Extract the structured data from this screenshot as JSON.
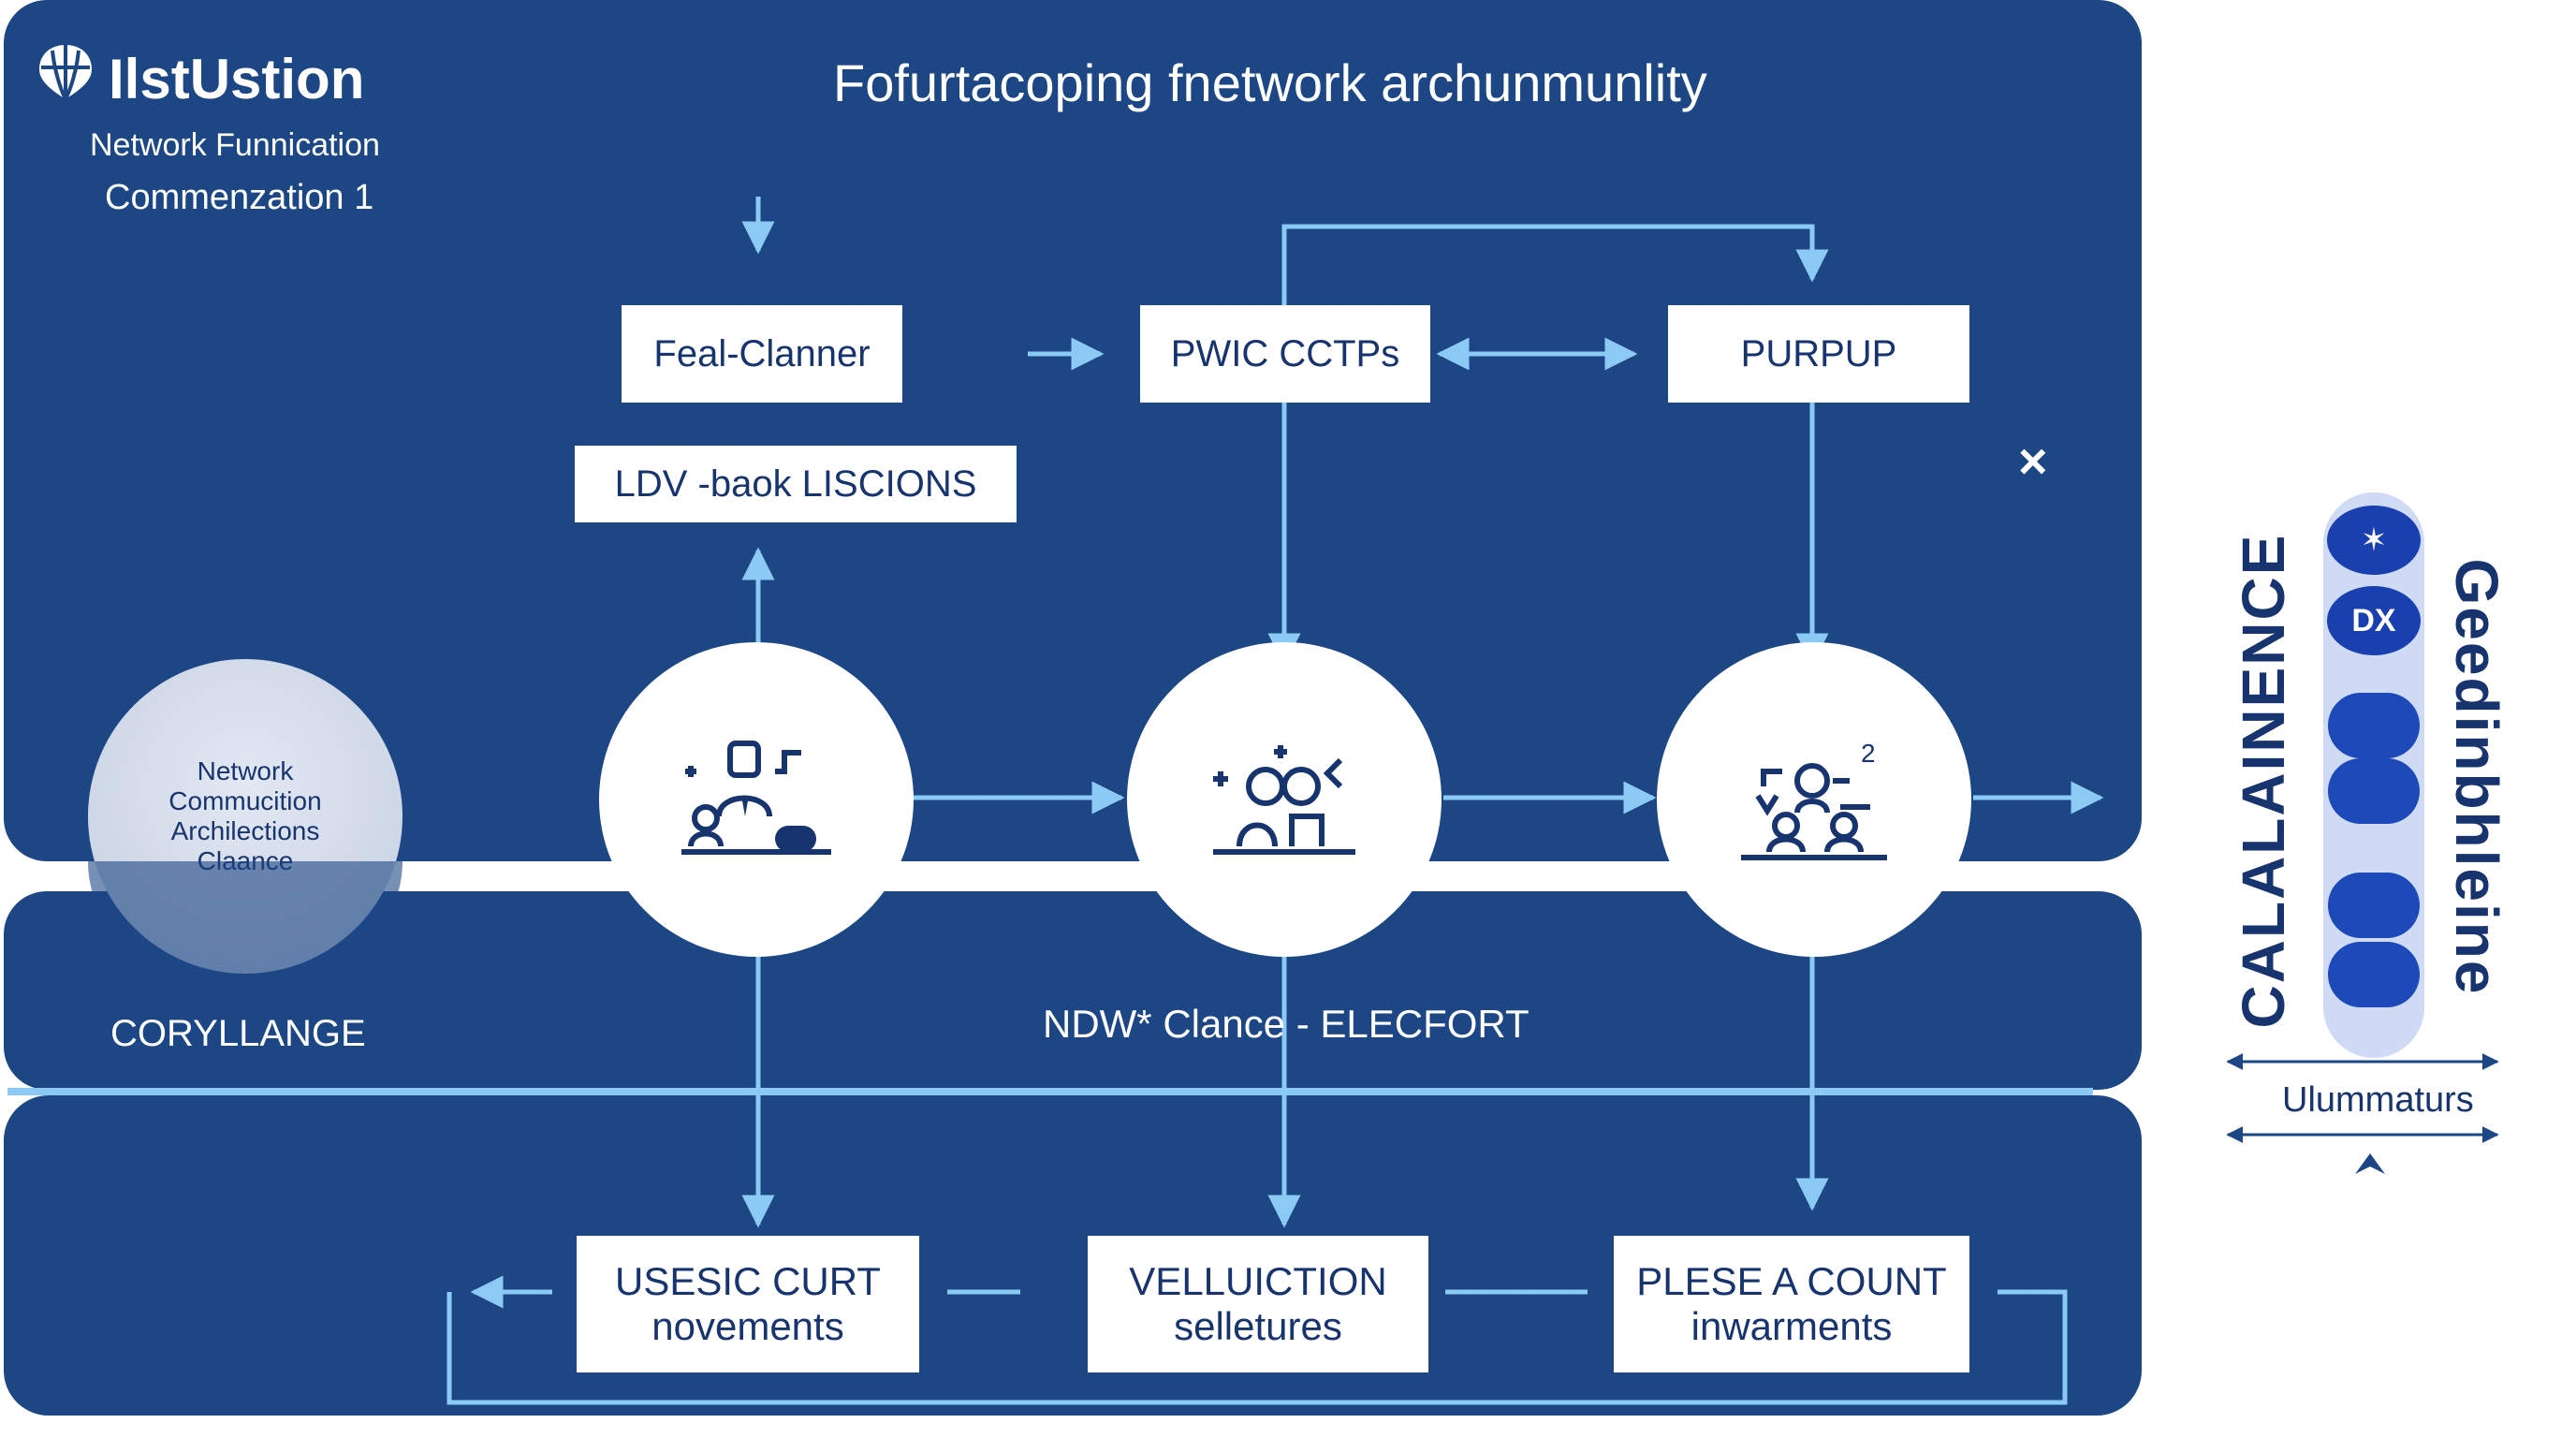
{
  "brand": {
    "logo_name": "balloon-logo-icon",
    "name": "IlstUstion",
    "subtitle_1": "Network Funnication",
    "subtitle_2": "Commenzation 1"
  },
  "title": "Fofurtacoping fnetwork archunmunlity",
  "top_boxes": {
    "feal_clanner": "Feal-Clanner",
    "ldv_baok": "LDV -baok LISCIONS",
    "pwic_cctps": "PWIC CCTPs",
    "purpup": "PURPUP"
  },
  "info_circle": {
    "line_1": "Network",
    "line_2": "Commucition",
    "line_3": "Archilections",
    "line_4": "Claance"
  },
  "middle_band": {
    "left_label": "CORYLLANGE",
    "center_label": "NDW* Clance  - ELECFORT"
  },
  "bottom_boxes": [
    {
      "line_1": "USESIC CURT",
      "line_2": "novements"
    },
    {
      "line_1": "VELLUICTION",
      "line_2": "selletures"
    },
    {
      "line_1": "PLESE A COUNT",
      "line_2": "inwarments"
    }
  ],
  "nodes": [
    {
      "icon": "planner-people-icon"
    },
    {
      "icon": "analyst-people-icon"
    },
    {
      "icon": "team-meeting-icon"
    }
  ],
  "close_symbol": "×",
  "side_panel": {
    "vertical_left": "CALALAINENCE",
    "vertical_right": "Geedinbhleine",
    "stack_badge_1": "✶",
    "stack_badge_2": "DX",
    "bottom_label": "Ulummaturs"
  },
  "colors": {
    "panel_navy": "#1c4684",
    "connector_blue": "#8ccaf6",
    "box_text_navy": "#17346e",
    "disc_blue": "#1e49b8"
  }
}
